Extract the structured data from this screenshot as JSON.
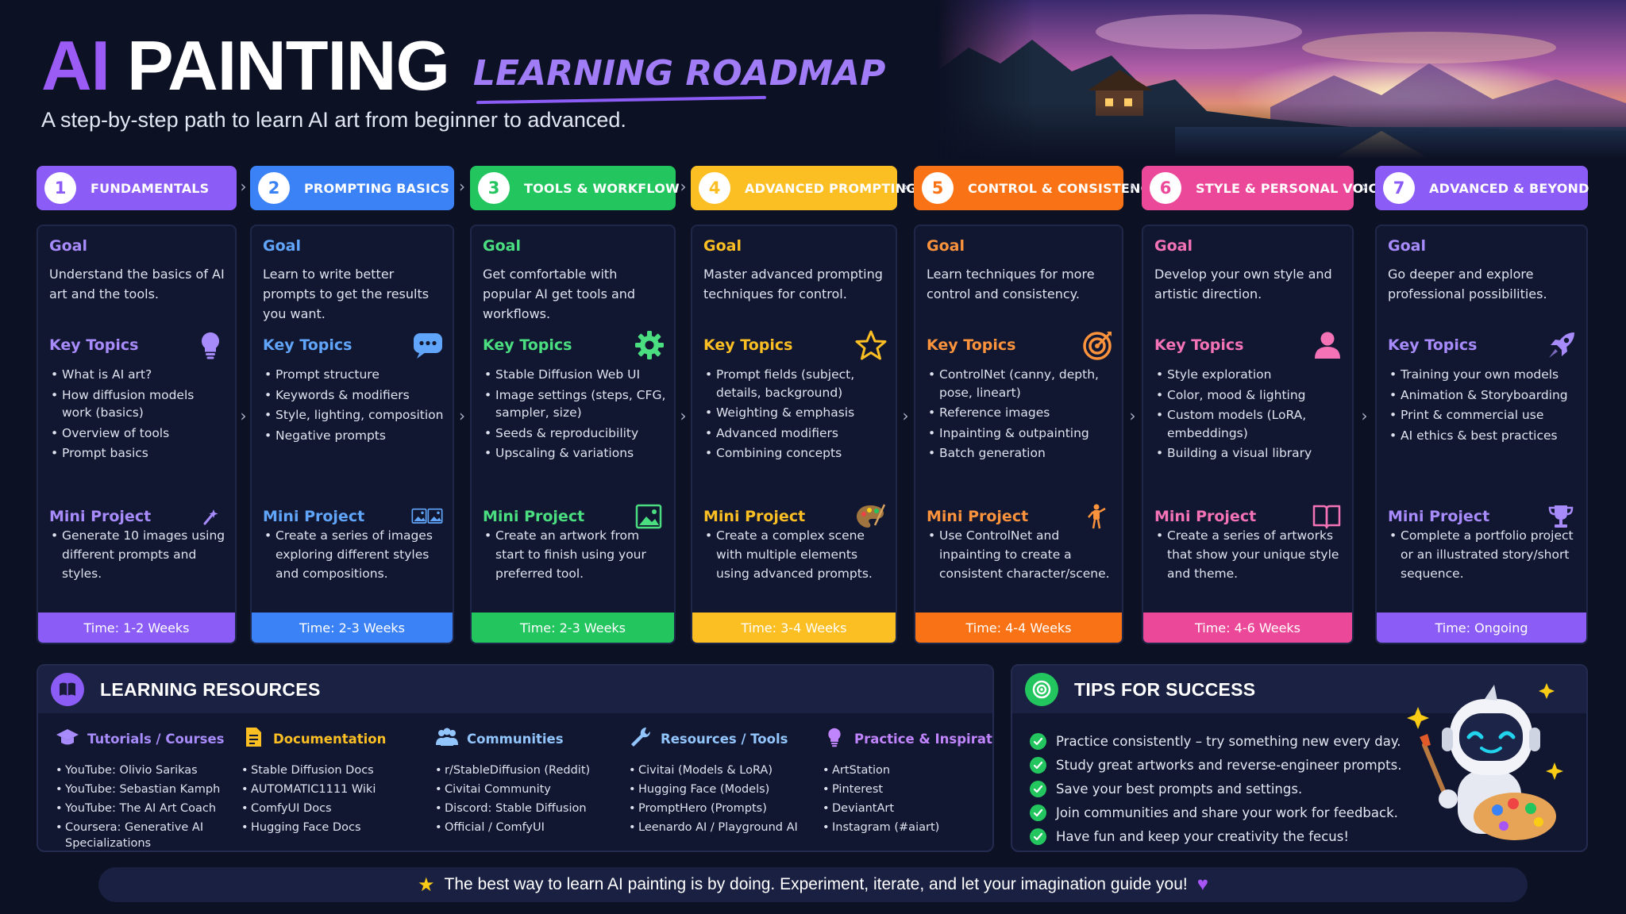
{
  "header": {
    "title_ai": "AI",
    "title_main": "PAINTING",
    "title_sub": "LEARNING ROADMAP",
    "subtitle": "A step-by-step path to learn AI art from beginner to advanced."
  },
  "labels": {
    "goal": "Goal",
    "key_topics": "Key Topics",
    "mini_project": "Mini Project"
  },
  "stages": [
    {
      "num": "1",
      "title": "FUNDAMENTALS",
      "color": "#8b5cf6",
      "accent": "#a78bfa",
      "goal": "Understand the basics of AI art and the tools.",
      "topics_icon": "lightbulb-icon",
      "topics": [
        "What is AI art?",
        "How diffusion models work (basics)",
        "Overview of tools",
        "Prompt basics"
      ],
      "project_icon": "magic-wand-icon",
      "project": "Generate 10 images using different prompts and styles.",
      "time": "Time: 1-2 Weeks"
    },
    {
      "num": "2",
      "title": "PROMPTING BASICS",
      "color": "#3b82f6",
      "accent": "#60a5fa",
      "goal": "Learn to write better prompts to get the results you want.",
      "topics_icon": "chat-bubble-icon",
      "topics": [
        "Prompt structure",
        "Keywords & modifiers",
        "Style, lighting, composition",
        "Negative prompts"
      ],
      "project_icon": "images-icon",
      "project": "Create a series of images exploring different styles and compositions.",
      "time": "Time: 2-3 Weeks"
    },
    {
      "num": "3",
      "title": "TOOLS & WORKFLOW",
      "color": "#22c55e",
      "accent": "#4ade80",
      "goal": "Get comfortable with popular AI get tools and workflows.",
      "topics_icon": "gear-icon",
      "topics": [
        "Stable Diffusion Web UI",
        "Image settings (steps, CFG, sampler, size)",
        "Seeds & reproducibility",
        "Upscaling & variations"
      ],
      "project_icon": "picture-icon",
      "project": "Create an artwork from start to finish using your preferred tool.",
      "time": "Time: 2-3 Weeks"
    },
    {
      "num": "4",
      "title": "ADVANCED PROMPTING",
      "color": "#fbbf24",
      "accent": "#fbbf24",
      "goal": "Master advanced prompting techniques for control.",
      "topics_icon": "star-icon",
      "topics": [
        "Prompt fields (subject, details, background)",
        "Weighting & emphasis",
        "Advanced modifiers",
        "Combining concepts"
      ],
      "project_icon": "palette-icon",
      "project": "Create a complex scene with multiple elements using advanced prompts.",
      "time": "Time: 3-4 Weeks"
    },
    {
      "num": "5",
      "title": "CONTROL & CONSISTENCY",
      "color": "#f97316",
      "accent": "#fb923c",
      "goal": "Learn techniques for more control and consistency.",
      "topics_icon": "target-icon",
      "topics": [
        "ControlNet (canny, depth, pose, lineart)",
        "Reference images",
        "Inpainting & outpainting",
        "Batch generation"
      ],
      "project_icon": "mannequin-icon",
      "project": "Use ControlNet and inpainting to create a consistent character/scene.",
      "time": "Time: 4-4 Weeks"
    },
    {
      "num": "6",
      "title": "STYLE & PERSONAL VOICE",
      "color": "#ec4899",
      "accent": "#f472b6",
      "goal": "Develop your own style and artistic direction.",
      "topics_icon": "user-icon",
      "topics": [
        "Style exploration",
        "Color, mood & lighting",
        "Custom models (LoRA, embeddings)",
        "Building a visual library"
      ],
      "project_icon": "book-icon",
      "project": "Create a series of artworks that show your unique style and theme.",
      "time": "Time: 4-6 Weeks"
    },
    {
      "num": "7",
      "title": "ADVANCED & BEYOND",
      "color": "#8b5cf6",
      "accent": "#a78bfa",
      "goal": "Go deeper and explore professional possibilities.",
      "topics_icon": "rocket-icon",
      "topics": [
        "Training your own models",
        "Animation & Storyboarding",
        "Print & commercial use",
        "AI ethics & best practices"
      ],
      "project_icon": "trophy-icon",
      "project": "Complete a portfolio project or an illustrated story/short sequence.",
      "time": "Time: Ongoing"
    }
  ],
  "resources": {
    "title": "LEARNING RESOURCES",
    "icon": "book-icon",
    "columns": [
      {
        "title": "Tutorials / Courses",
        "icon": "graduation-cap-icon",
        "color": "#a78bfa",
        "items": [
          "YouTube: Olivio Sarikas",
          "YouTube: Sebastian Kamph",
          "YouTube: The AI Art Coach",
          "Coursera: Generative AI Specializations"
        ]
      },
      {
        "title": "Documentation",
        "icon": "document-icon",
        "color": "#fbbf24",
        "items": [
          "Stable Diffusion Docs",
          "AUTOMATIC1111 Wiki",
          "ComfyUI Docs",
          "Hugging Face Docs"
        ]
      },
      {
        "title": "Communities",
        "icon": "people-icon",
        "color": "#93c5fd",
        "items": [
          "r/StableDiffusion (Reddit)",
          "Civitai Community",
          "Discord: Stable Diffusion",
          "Official / ComfyUI"
        ]
      },
      {
        "title": "Resources / Tools",
        "icon": "wrench-icon",
        "color": "#93c5fd",
        "items": [
          "Civitai (Models & LoRA)",
          "Hugging Face (Models)",
          "PromptHero (Prompts)",
          "Leenardo AI / Playground AI"
        ]
      },
      {
        "title": "Practice & Inspiration",
        "icon": "lightbulb-icon",
        "color": "#c084fc",
        "items": [
          "ArtStation",
          "Pinterest",
          "DeviantArt",
          "Instagram (#aiart)"
        ]
      }
    ]
  },
  "tips": {
    "title": "TIPS FOR SUCCESS",
    "icon": "target-icon",
    "items": [
      "Practice consistently – try something new every day.",
      "Study great artworks and reverse-engineer prompts.",
      "Save your best prompts and settings.",
      "Join communities and share your work for feedback.",
      "Have fun and keep your creativity the fecus!"
    ]
  },
  "footer": {
    "text": "The best way to learn AI painting is by doing. Experiment, iterate, and let your imagination guide you!",
    "left_icon": "star-icon",
    "right_icon": "heart-icon"
  }
}
